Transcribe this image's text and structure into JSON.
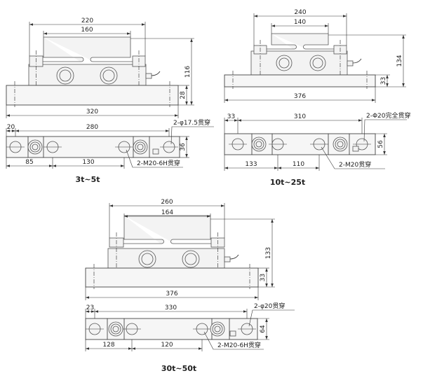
{
  "drawings": [
    {
      "id": "3t-5t",
      "title": "3t~5t",
      "front": {
        "overall_width": "220",
        "plate_width": "160",
        "height": "116",
        "base_height": "28",
        "base_length": "320"
      },
      "plan": {
        "edge_offset": "20",
        "hole_spacing": "280",
        "width": "36",
        "offset_a": "85",
        "offset_b": "130",
        "hole_note": "2-φ17.5贯穿",
        "thread_note": "2-M20-6H贯穿"
      }
    },
    {
      "id": "10t-25t",
      "title": "10t~25t",
      "front": {
        "overall_width": "240",
        "plate_width": "140",
        "height": "134",
        "base_height": "33",
        "base_length": "376"
      },
      "plan": {
        "edge_offset": "33",
        "hole_spacing": "310",
        "width": "56",
        "offset_a": "133",
        "offset_b": "110",
        "hole_note": "2-Φ20完全贯穿",
        "thread_note": "2-M20贯穿"
      }
    },
    {
      "id": "30t-50t",
      "title": "30t~50t",
      "front": {
        "overall_width": "260",
        "plate_width": "164",
        "height": "133",
        "base_height": "33",
        "base_length": "376"
      },
      "plan": {
        "edge_offset": "23",
        "hole_spacing": "330",
        "width": "64",
        "offset_a": "128",
        "offset_b": "120",
        "hole_note": "2-φ20贯穿",
        "thread_note": "2-M20-6H贯穿"
      }
    }
  ]
}
